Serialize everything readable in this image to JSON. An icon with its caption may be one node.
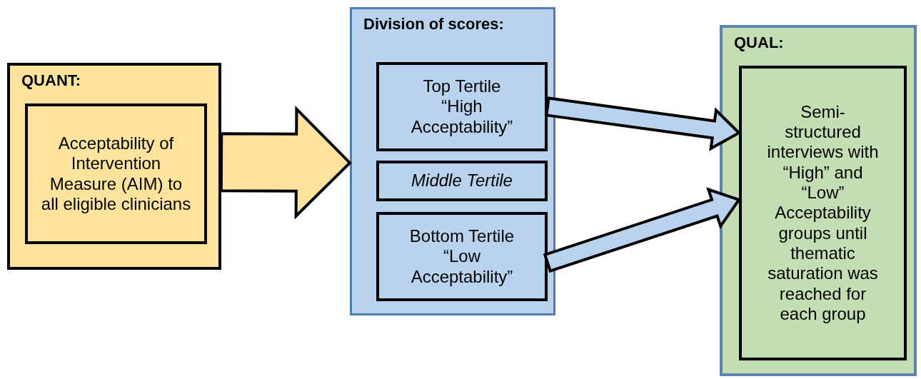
{
  "diagram": {
    "nodes": [
      {
        "text": [
          "QUANT:"
        ]
      },
      {
        "text": [
          "Acceptability of Intervention Measure (AIM) to all eligible clinicians"
        ],
        "in": 0
      },
      {
        "text": [
          "Division of scores:"
        ]
      },
      {
        "text": [
          "Top Tertile “High Acceptability”"
        ],
        "in": 2
      },
      {
        "text": [
          "Middle Tertile"
        ],
        "in": 2
      },
      {
        "text": [
          "Bottom Tertile “Low Acceptability”"
        ],
        "in": 2
      },
      {
        "text": [
          "QUAL:"
        ]
      },
      {
        "text": [
          "Semi-structured interviews with “High” and “Low” Acceptability groups until thematic saturation was reached for each group"
        ],
        "in": 6
      }
    ],
    "edges": [
      {
        "from": 0,
        "to": 2,
        "arrow": "to",
        "style": "thick",
        "color": "#fde39b"
      },
      {
        "from": 3,
        "to": 7,
        "arrow": "to",
        "style": "thick"
      },
      {
        "from": 5,
        "to": 7,
        "arrow": "to",
        "style": "thick"
      }
    ]
  }
}
